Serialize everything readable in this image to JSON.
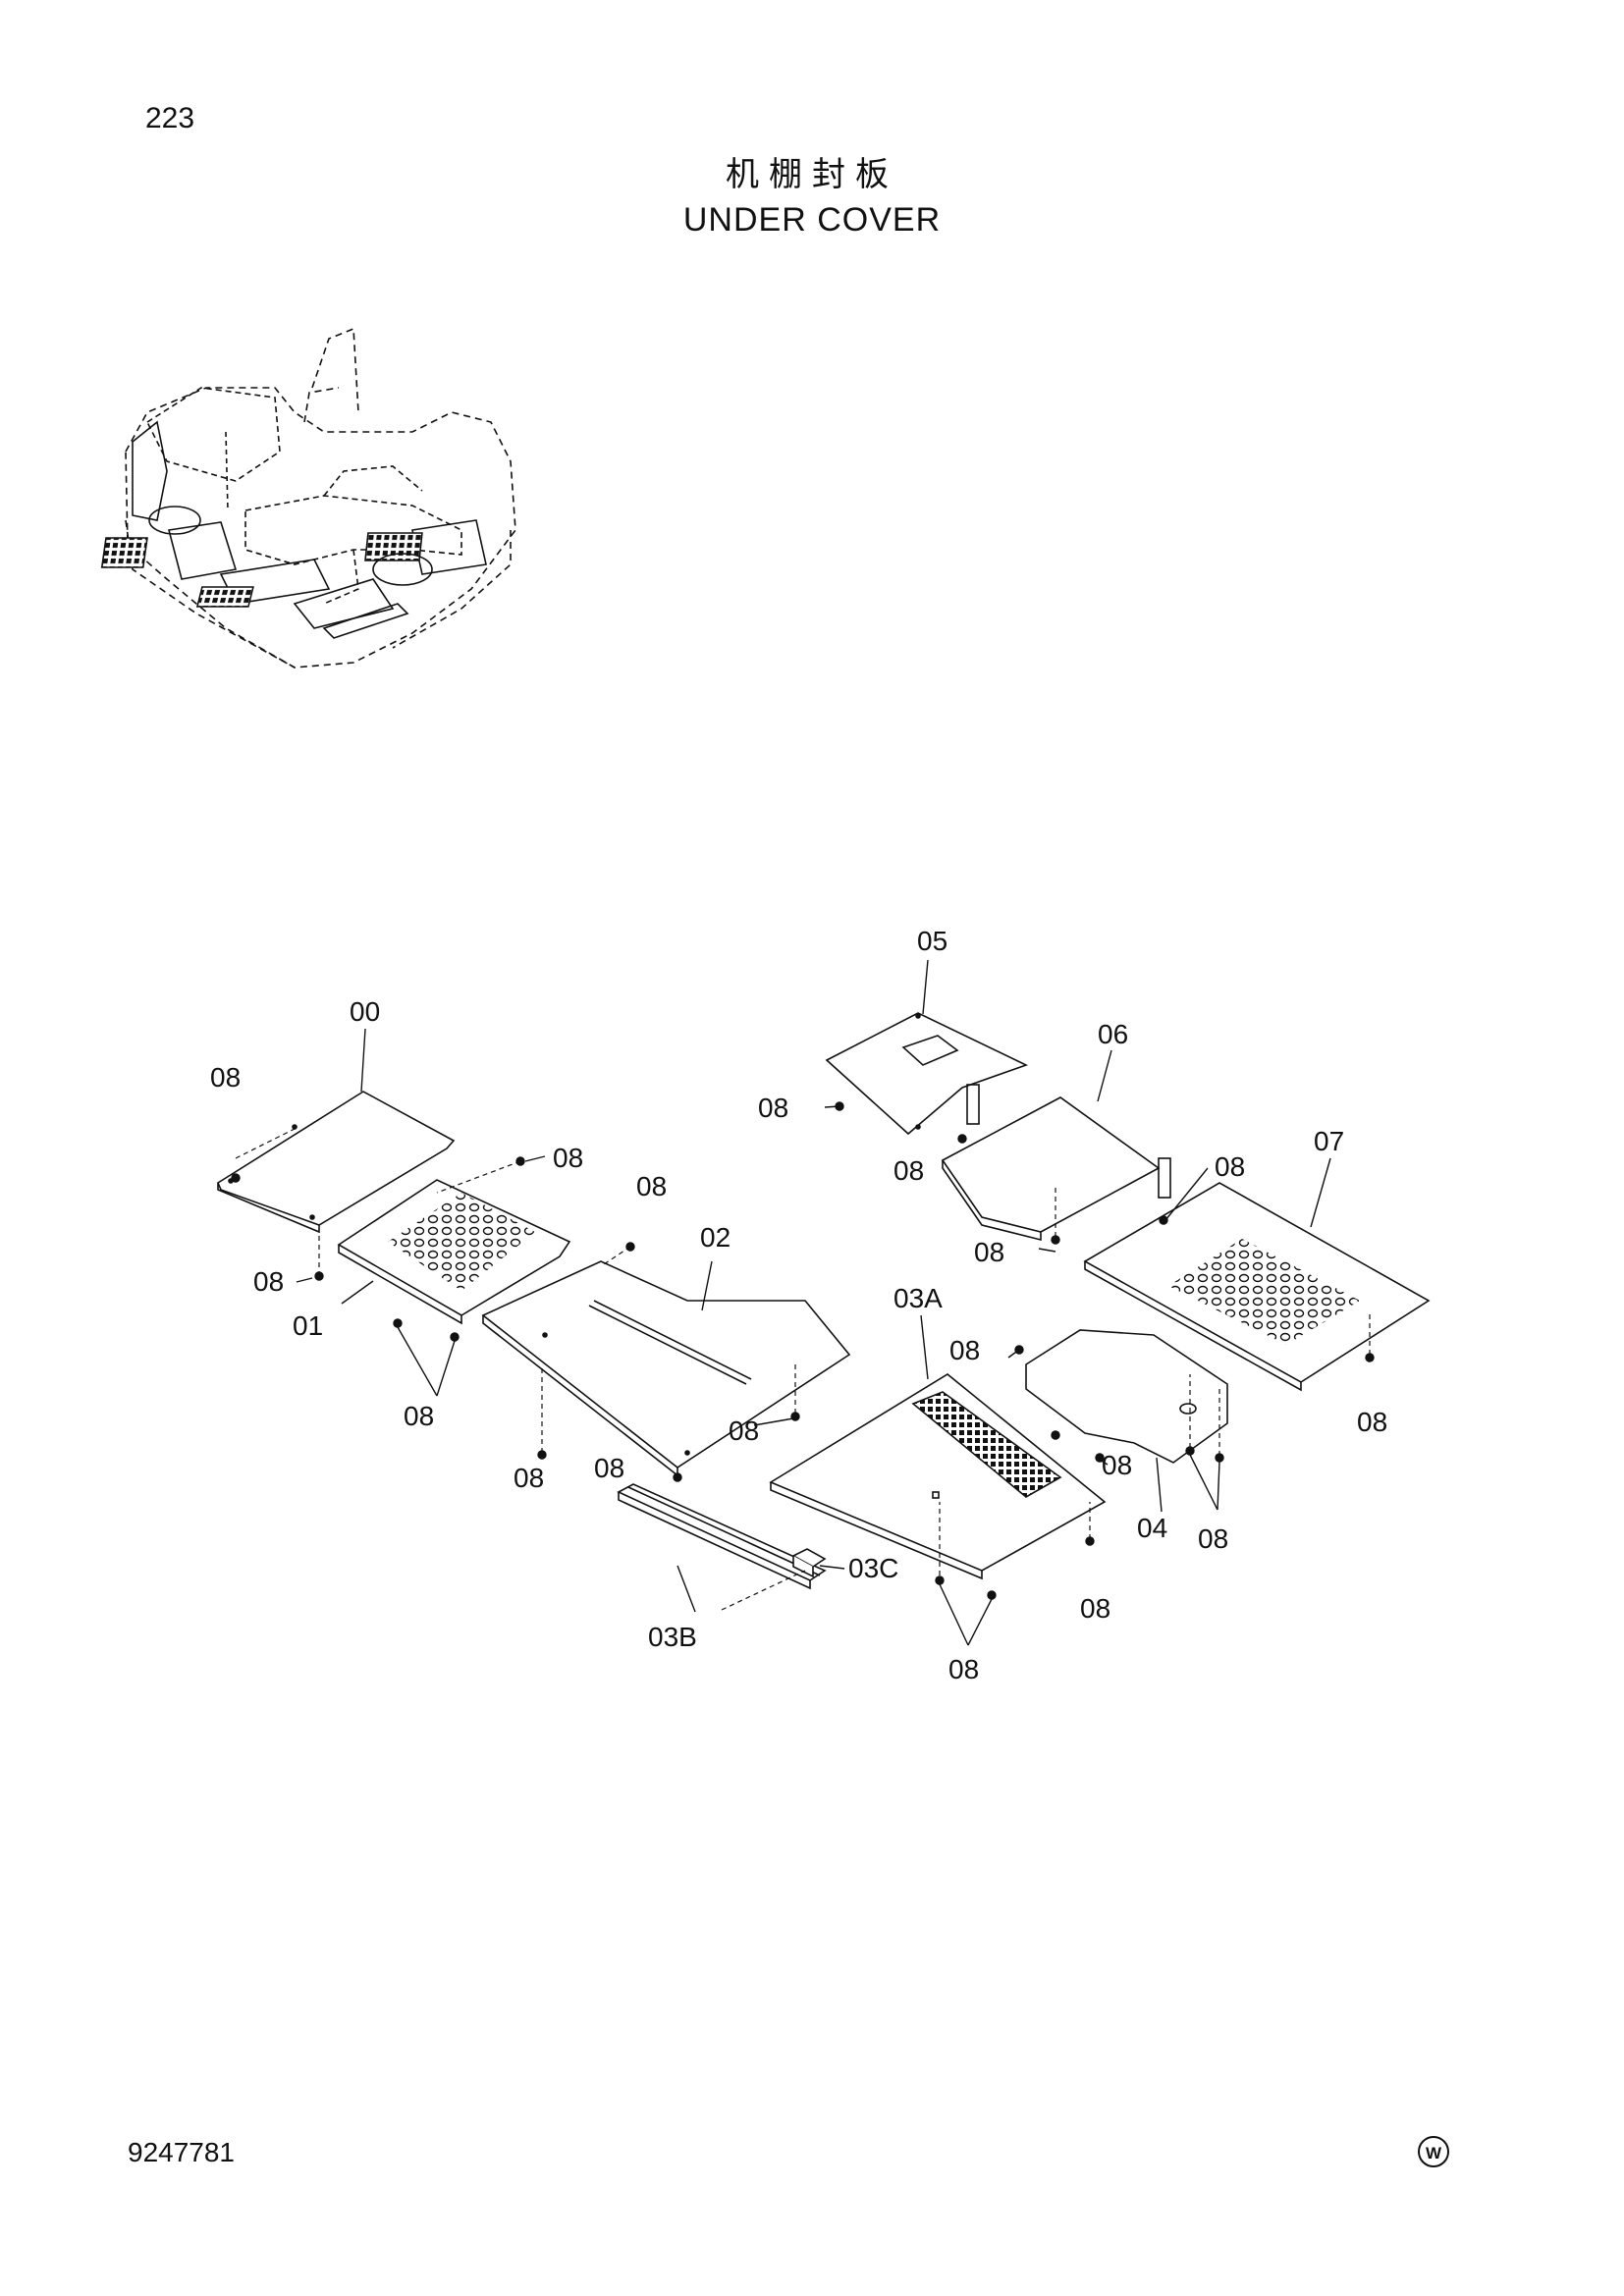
{
  "header": {
    "page_number": "223",
    "title_cn": "机棚封板",
    "title_en": "UNDER COVER"
  },
  "footer": {
    "doc_number": "9247781",
    "mark": "W"
  },
  "callouts": {
    "c00": "00",
    "c01": "01",
    "c02": "02",
    "c03a": "03A",
    "c03b": "03B",
    "c03c": "03C",
    "c04": "04",
    "c05": "05",
    "c06": "06",
    "c07": "07",
    "c08": "08"
  }
}
